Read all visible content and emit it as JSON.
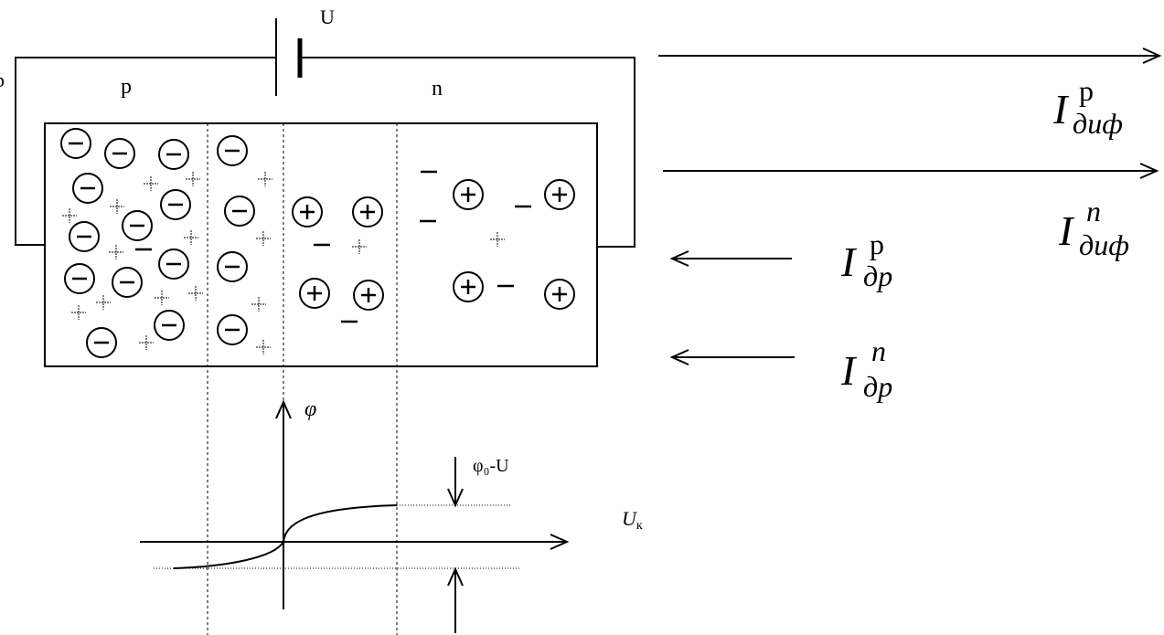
{
  "labels": {
    "battery": "U",
    "left_edge": "p",
    "region_p": "p",
    "region_n": "n",
    "phi": "φ",
    "barrier": "φ₀-U",
    "axis_u": "U",
    "axis_u_sub": "к"
  },
  "currents": [
    {
      "main": "I",
      "sub": "диф",
      "sup": "p",
      "direction": "right"
    },
    {
      "main": "I",
      "sub": "диф",
      "sup": "n",
      "direction": "right"
    },
    {
      "main": "I",
      "sub": "др",
      "sup": "p",
      "direction": "left"
    },
    {
      "main": "I",
      "sub": "др",
      "sup": "n",
      "direction": "left"
    }
  ],
  "symbols": {
    "minus": "−",
    "plus": "+"
  }
}
